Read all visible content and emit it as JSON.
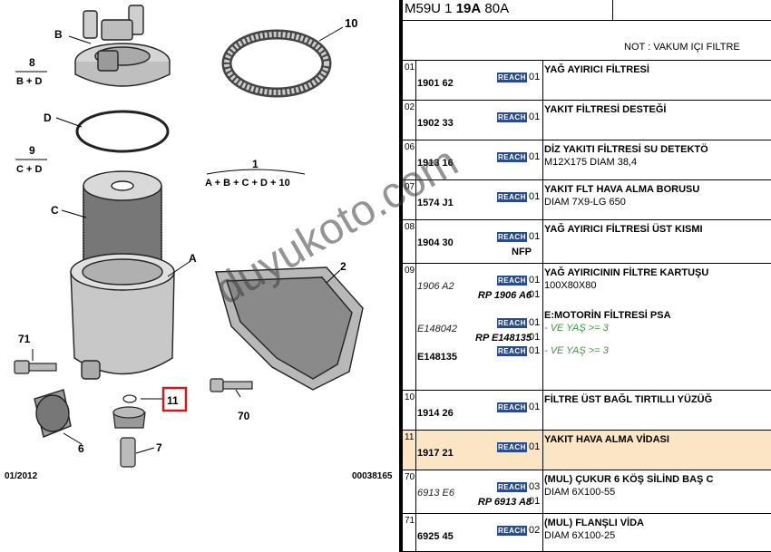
{
  "diagram": {
    "callouts": {
      "c10": "10",
      "cB": "B",
      "c8": "8",
      "c8sub": "B + D",
      "cD": "D",
      "c9": "9",
      "c9sub": "C + D",
      "c1": "1",
      "c1sub": "A + B + C + D + 10",
      "cC": "C",
      "cA": "A",
      "c2": "2",
      "c71": "71",
      "c11": "11",
      "c70": "70",
      "c6": "6",
      "c7": "7"
    },
    "date": "01/2012",
    "code": "00038165",
    "watermark": "duyukoto.com"
  },
  "header": {
    "prefix": "M59U 1 ",
    "bold": "19A",
    "suffix": " 80A"
  },
  "note": "NOT : VAKUM IÇI FILTRE",
  "rows": [
    {
      "idx": "01",
      "entries": [
        {
          "ref": "1901 62",
          "reach": "REACH",
          "qty": "01",
          "desc": "YAĞ AYIRICI FİLTRESİ"
        }
      ]
    },
    {
      "idx": "02",
      "entries": [
        {
          "ref": "1902 33",
          "reach": "REACH",
          "qty": "01",
          "desc": "YAKIT FİLTRESİ DESTEĞİ"
        }
      ]
    },
    {
      "idx": "06",
      "entries": [
        {
          "ref": "1913 16",
          "reach": "REACH",
          "qty": "01",
          "desc": "DİZ YAKITI FİLTRESİ SU DETEKTÖ",
          "dim": "M12X175 DIAM 38,4"
        }
      ]
    },
    {
      "idx": "07",
      "entries": [
        {
          "ref": "1574 J1",
          "reach": "REACH",
          "qty": "01",
          "desc": "YAKIT FLT HAVA ALMA BORUSU",
          "dim": "DIAM 7X9-LG 650"
        }
      ]
    },
    {
      "idx": "08",
      "entries": [
        {
          "ref": "1904 30",
          "reach": "REACH",
          "qty": "01",
          "desc": "YAĞ AYIRICI FİLTRESİ ÜST KISMI",
          "sub": "NFP"
        }
      ]
    },
    {
      "idx": "09",
      "entries": [
        {
          "ref": "1906 A2",
          "reach": "REACH",
          "qty": "01",
          "desc": "YAĞ AYIRICININ FİLTRE KARTUŞU",
          "dim": "100X80X80",
          "sub": "RP 1906 A6",
          "subqty": "01"
        },
        {
          "ref": "E148042",
          "reach": "REACH",
          "qty": "01",
          "desc": "E:MOTORİN FİLTRESİ PSA",
          "green": "- VE YAŞ >= 3",
          "sub": "RP E148135",
          "subqty": "01"
        },
        {
          "ref": "E148135",
          "reach": "REACH",
          "qty": "01",
          "green": "- VE YAŞ >= 3"
        }
      ]
    },
    {
      "idx": "10",
      "entries": [
        {
          "ref": "1914 26",
          "reach": "REACH",
          "qty": "01",
          "desc": "FİLTRE ÜST BAĞL TIRTILLI YÜZÜĞ"
        }
      ]
    },
    {
      "idx": "11",
      "entries": [
        {
          "ref": "1917 21",
          "reach": "REACH",
          "qty": "01",
          "desc": "YAKIT HAVA ALMA VİDASI"
        }
      ]
    },
    {
      "idx": "70",
      "entries": [
        {
          "ref": "6913 E6",
          "reach": "REACH",
          "qty": "03",
          "desc": "(MUL) ÇUKUR 6 KÖŞ SİLİND BAŞ C",
          "dim": "DIAM 6X100-55",
          "sub": "RP 6913 A8",
          "subqty": "01"
        }
      ]
    },
    {
      "idx": "71",
      "entries": [
        {
          "ref": "6925 45",
          "reach": "REACH",
          "qty": "02",
          "desc": "(MUL) FLANŞLI VİDA",
          "dim": "DIAM 6X100-25"
        }
      ]
    }
  ]
}
